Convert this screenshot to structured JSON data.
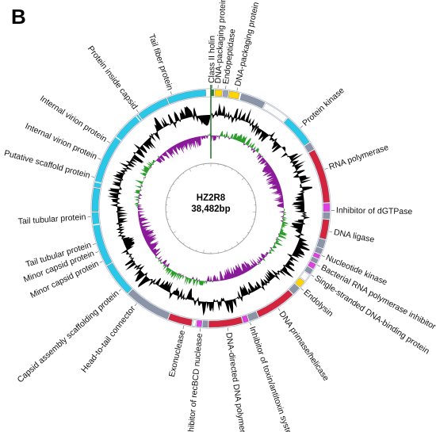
{
  "panel_letter": "B",
  "genome": {
    "name": "HZ2R8",
    "length_label": "38,482bp",
    "length": 38482
  },
  "gene_labels": [
    {
      "text": "Class II holin",
      "angle": 0.5
    },
    {
      "text": "DNA-packaging protein",
      "angle": 3.4
    },
    {
      "text": "Endopeptidase",
      "angle": 7.0
    },
    {
      "text": "DNA-packaging protein",
      "angle": 12.5
    },
    {
      "text": "Protein kinase",
      "angle": 48
    },
    {
      "text": "RNA polymerase",
      "angle": 71
    },
    {
      "text": "Inhibitor of dGTPase",
      "angle": 91
    },
    {
      "text": "DNA ligase",
      "angle": 101
    },
    {
      "text": "Nucleotide kinase",
      "angle": 113
    },
    {
      "text": "Bacterial RNA polymerase inhibitor",
      "angle": 118
    },
    {
      "text": "Single-stranded DNA-binding protein",
      "angle": 123.5
    },
    {
      "text": "Endolysin",
      "angle": 131.5
    },
    {
      "text": "DNA primase/helicase",
      "angle": 146
    },
    {
      "text": "Inhibitor of toxin/antitoxin system",
      "angle": 161
    },
    {
      "text": "DNA-directed DNA polymerase",
      "angle": 172
    },
    {
      "text": "Inhibitor of recBCD nuclease",
      "angle": 185
    },
    {
      "text": "Exonuclease",
      "angle": 193
    },
    {
      "text": "Head-to-tail connector",
      "angle": 218
    },
    {
      "text": "Capsid assembly scaffolding protein",
      "angle": 228
    },
    {
      "text": "Minor capsid protein",
      "angle": 244
    },
    {
      "text": "Minor capsid protein",
      "angle": 249
    },
    {
      "text": "Tail tubular protein",
      "angle": 253
    },
    {
      "text": "Tail tubular protein",
      "angle": 266
    },
    {
      "text": "Putative scaffold protein",
      "angle": 285
    },
    {
      "text": "Internal virion protein",
      "angle": 294
    },
    {
      "text": "Internal virion protein",
      "angle": 303
    },
    {
      "text": "Protein inside capsid",
      "angle": 323
    },
    {
      "text": "Tail fiber protein",
      "angle": 341
    }
  ],
  "genes": [
    {
      "start": 0.0,
      "end": 1.5,
      "color": "#2e7d32"
    },
    {
      "start": 2.0,
      "end": 5.5,
      "color": "#ffd400"
    },
    {
      "start": 6.0,
      "end": 8.5,
      "color": "#9aa0b4"
    },
    {
      "start": 9.0,
      "end": 14.0,
      "color": "#ffd400"
    },
    {
      "start": 15.0,
      "end": 27.0,
      "color": "#8c95a8"
    },
    {
      "start": 27.5,
      "end": 40.0,
      "color": "#ffffff"
    },
    {
      "start": 40.5,
      "end": 56.0,
      "color": "#29c8e8"
    },
    {
      "start": 56.5,
      "end": 60.0,
      "color": "#8c95a8"
    },
    {
      "start": 60.5,
      "end": 87.0,
      "color": "#d4243d"
    },
    {
      "start": 87.5,
      "end": 91.5,
      "color": "#e040e0"
    },
    {
      "start": 92.0,
      "end": 95.0,
      "color": "#8c95a8"
    },
    {
      "start": 95.5,
      "end": 105.0,
      "color": "#d4243d"
    },
    {
      "start": 105.5,
      "end": 109.5,
      "color": "#8c95a8"
    },
    {
      "start": 110.0,
      "end": 112.5,
      "color": "#8c95a8"
    },
    {
      "start": 113.0,
      "end": 115.0,
      "color": "#e040e0"
    },
    {
      "start": 115.5,
      "end": 117.5,
      "color": "#8c95a8"
    },
    {
      "start": 118.0,
      "end": 120.5,
      "color": "#e040e0"
    },
    {
      "start": 121.0,
      "end": 123.5,
      "color": "#8c95a8"
    },
    {
      "start": 124.0,
      "end": 127.5,
      "color": "#ffffff"
    },
    {
      "start": 128.0,
      "end": 131.5,
      "color": "#ffd400"
    },
    {
      "start": 132.0,
      "end": 136.0,
      "color": "#8c95a8"
    },
    {
      "start": 136.5,
      "end": 156.0,
      "color": "#d4243d"
    },
    {
      "start": 156.5,
      "end": 161.0,
      "color": "#8c95a8"
    },
    {
      "start": 161.5,
      "end": 164.0,
      "color": "#e040e0"
    },
    {
      "start": 164.5,
      "end": 181.0,
      "color": "#d4243d"
    },
    {
      "start": 181.5,
      "end": 184.0,
      "color": "#8c95a8"
    },
    {
      "start": 184.5,
      "end": 187.0,
      "color": "#e040e0"
    },
    {
      "start": 187.5,
      "end": 189.0,
      "color": "#ffffff"
    },
    {
      "start": 189.5,
      "end": 201.0,
      "color": "#d4243d"
    },
    {
      "start": 201.5,
      "end": 224.0,
      "color": "#8c95a8"
    },
    {
      "start": 224.5,
      "end": 241.0,
      "color": "#29c8e8"
    },
    {
      "start": 241.5,
      "end": 268.0,
      "color": "#29c8e8"
    },
    {
      "start": 268.5,
      "end": 280.0,
      "color": "#29c8e8"
    },
    {
      "start": 280.5,
      "end": 322.0,
      "color": "#29c8e8"
    },
    {
      "start": 322.5,
      "end": 338.0,
      "color": "#29c8e8"
    },
    {
      "start": 338.5,
      "end": 357.5,
      "color": "#29c8e8"
    }
  ],
  "colors": {
    "gc_content": "#000000",
    "gc_skew_positive": "#2a9d2a",
    "gc_skew_negative": "#8b1a9b",
    "backbone": "#7d8799"
  }
}
